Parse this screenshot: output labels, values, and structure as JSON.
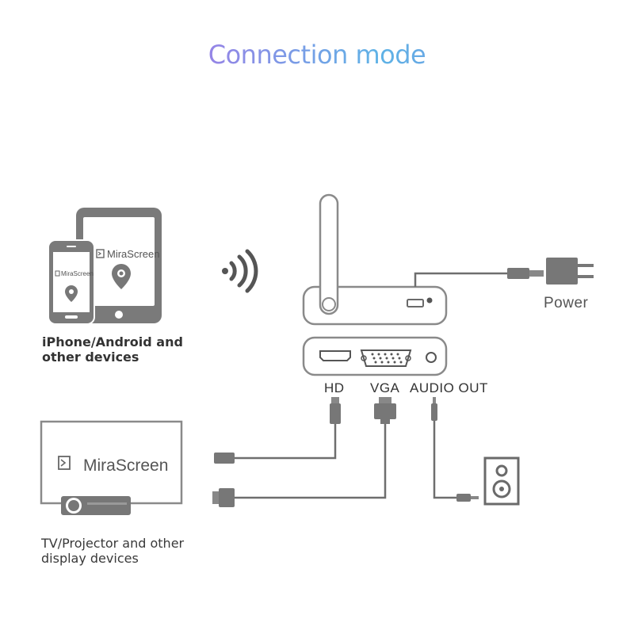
{
  "title": "Connection mode",
  "labels": {
    "mobile_devices": [
      "iPhone/Android and",
      "other devices"
    ],
    "display_devices": [
      "TV/Projector and other",
      "display devices"
    ],
    "power": "Power",
    "hd": "HD",
    "vga": "VGA",
    "audio_out": "AUDIO OUT"
  },
  "brand": {
    "tablet": "MiraScreen",
    "phone": "MiraScreen",
    "tv": "MiraScreen"
  },
  "colors": {
    "line": "#6e6e6e",
    "fill": "#7a7a7a",
    "dark": "#555555"
  },
  "icons": [
    "wifi-icon",
    "location-pin-icon",
    "screen-mirror-icon",
    "power-adapter-icon",
    "speaker-icon"
  ]
}
